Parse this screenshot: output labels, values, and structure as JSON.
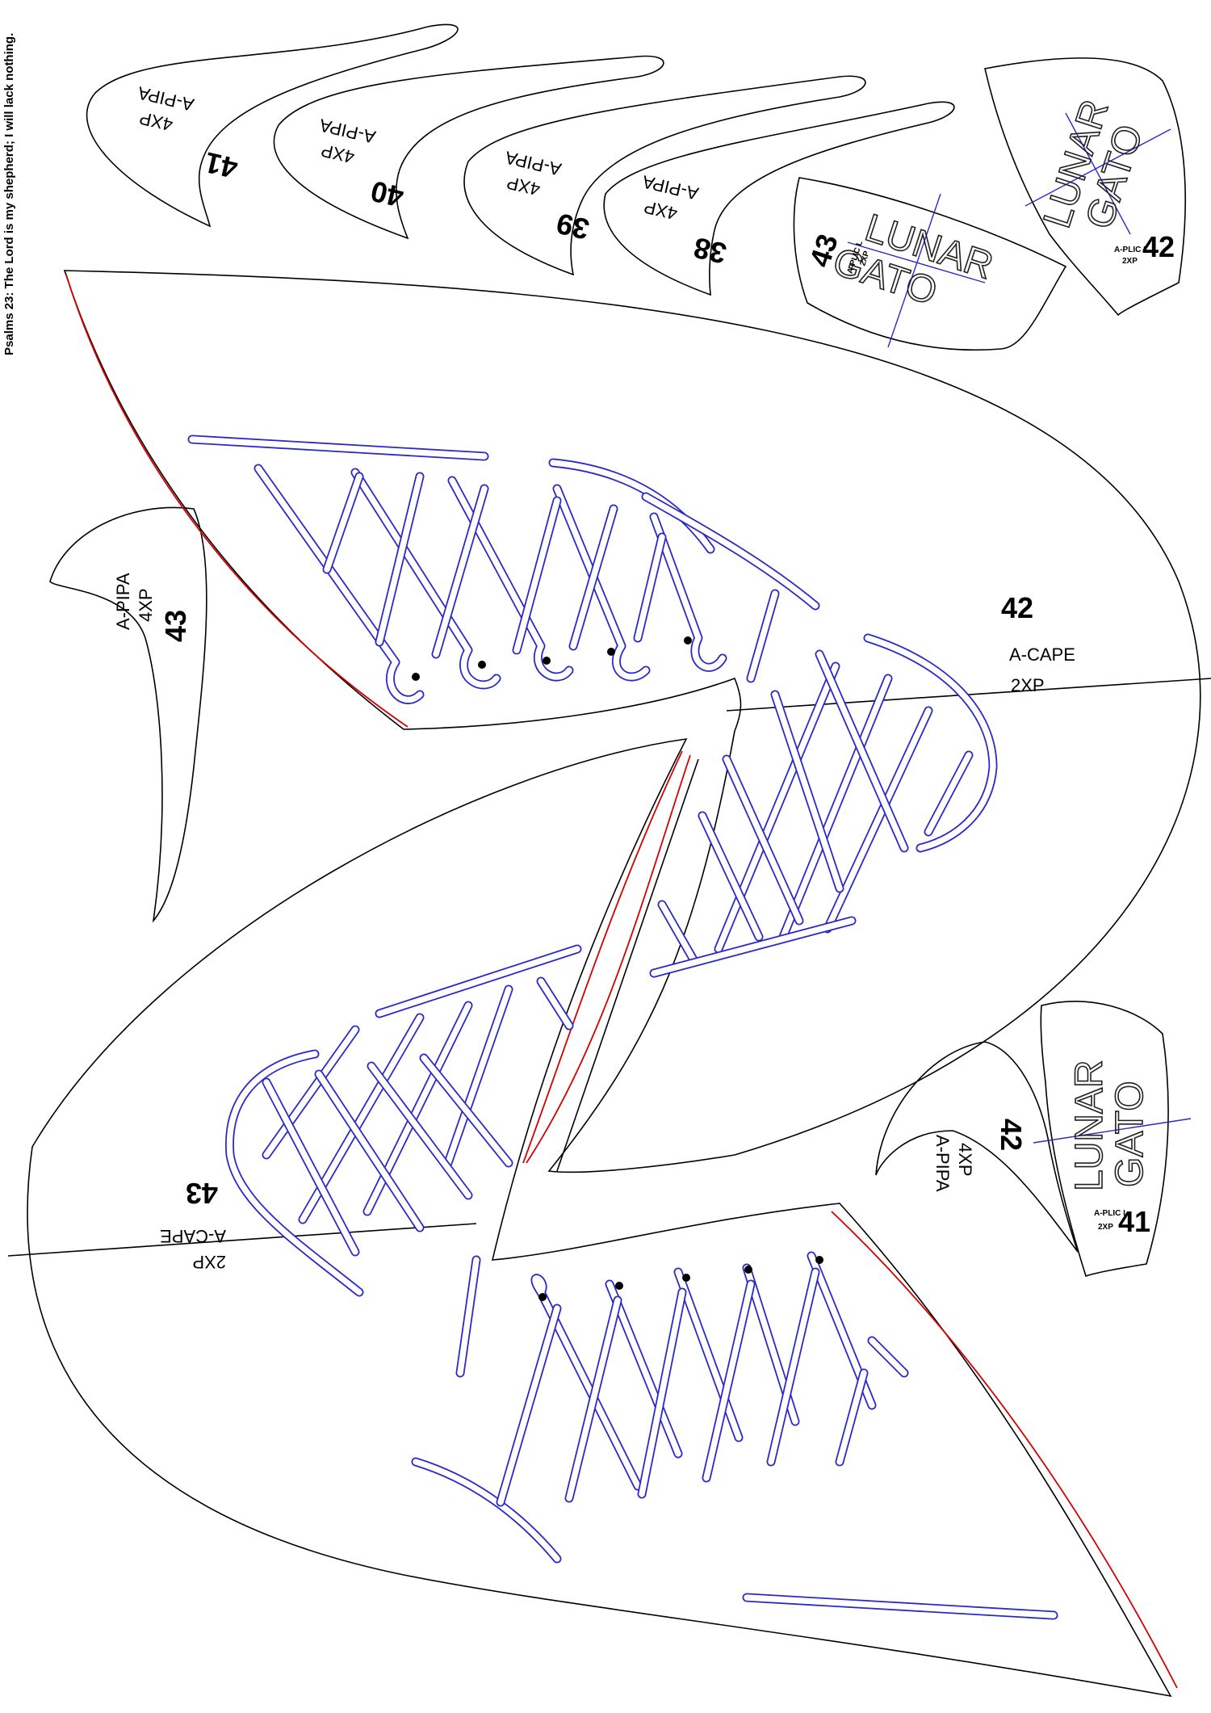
{
  "sheet": {
    "side_note": "Psalms 23: The Lord is my shepherd; I will lack nothing.",
    "colors": {
      "outline": "#000000",
      "seam": "#d40000",
      "cut": "#2a2ac8"
    }
  },
  "pieces": [
    {
      "id": "p41",
      "number": "41",
      "name": "A-PIPA",
      "qty": "4XP"
    },
    {
      "id": "p40",
      "number": "40",
      "name": "A-PIPA",
      "qty": "4XP"
    },
    {
      "id": "p39",
      "number": "39",
      "name": "A-PIPA",
      "qty": "4XP"
    },
    {
      "id": "p38",
      "number": "38",
      "name": "A-PIPA",
      "qty": "4XP"
    },
    {
      "id": "p43pipa",
      "number": "43",
      "name": "A-PIPA",
      "qty": "4XP"
    },
    {
      "id": "p42pipa",
      "number": "42",
      "name": "A-PIPA",
      "qty": "4XP"
    },
    {
      "id": "cape42",
      "number": "42",
      "name": "A-CAPE",
      "qty": "2XP"
    },
    {
      "id": "cape43",
      "number": "43",
      "name": "A-CAPE",
      "qty": "2XP"
    }
  ],
  "appliques": [
    {
      "id": "plic43",
      "number": "43",
      "brand_1": "LUNAR",
      "brand_2": "GATO",
      "name": "A-PLIC L",
      "qty": "2XP"
    },
    {
      "id": "plic42",
      "number": "42",
      "brand_1": "LUNAR",
      "brand_2": "GATO",
      "name": "A-PLIC L",
      "qty": "2XP"
    },
    {
      "id": "plic41",
      "number": "41",
      "brand_1": "LUNAR",
      "brand_2": "GATO",
      "name": "A-PLIC L",
      "qty": "2XP"
    }
  ]
}
